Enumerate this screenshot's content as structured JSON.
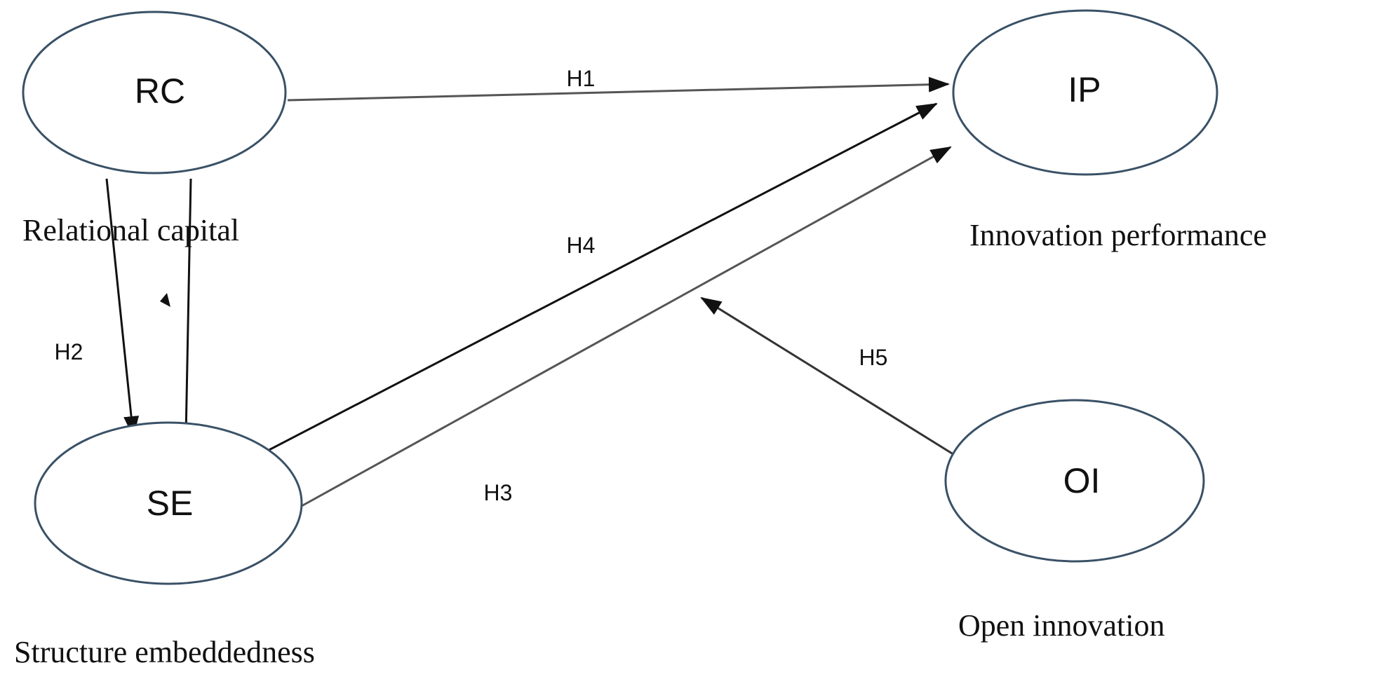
{
  "nodes": {
    "rc": {
      "abbr": "RC",
      "label": "Relational capital"
    },
    "ip": {
      "abbr": "IP",
      "label": "Innovation performance"
    },
    "se": {
      "abbr": "SE",
      "label": "Structure embeddedness"
    },
    "oi": {
      "abbr": "OI",
      "label": "Open innovation"
    }
  },
  "hypotheses": {
    "h1": "H1",
    "h2": "H2",
    "h3": "H3",
    "h4": "H4",
    "h5": "H5"
  },
  "colors": {
    "outline": "#3a5166",
    "arrow_dark": "#111111",
    "arrow_gray": "#555555",
    "text": "#111111"
  }
}
